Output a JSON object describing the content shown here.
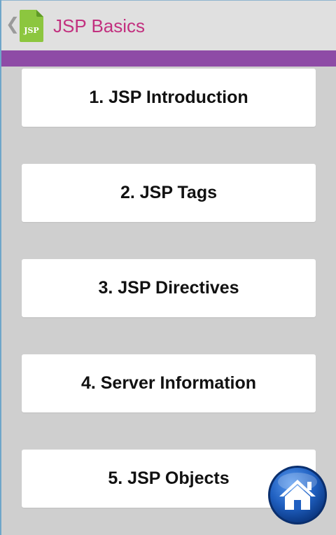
{
  "app_bar": {
    "title": "JSP Basics",
    "back_glyph": "❮",
    "icon_label": "JSP",
    "icon_name": "jsp-file-icon"
  },
  "colors": {
    "title": "#c2307f",
    "accent_bar": "#8e4ba6",
    "app_bar_bg": "#e0e0e0",
    "page_bg": "#cfcfcf",
    "icon_green": "#8cc63f",
    "home_blue": "#1f5fc0"
  },
  "menu": {
    "items": [
      {
        "label": "1. JSP Introduction"
      },
      {
        "label": "2. JSP Tags"
      },
      {
        "label": "3. JSP Directives"
      },
      {
        "label": "4. Server Information"
      },
      {
        "label": "5. JSP Objects"
      }
    ]
  },
  "home_button": {
    "icon_name": "home-icon"
  }
}
